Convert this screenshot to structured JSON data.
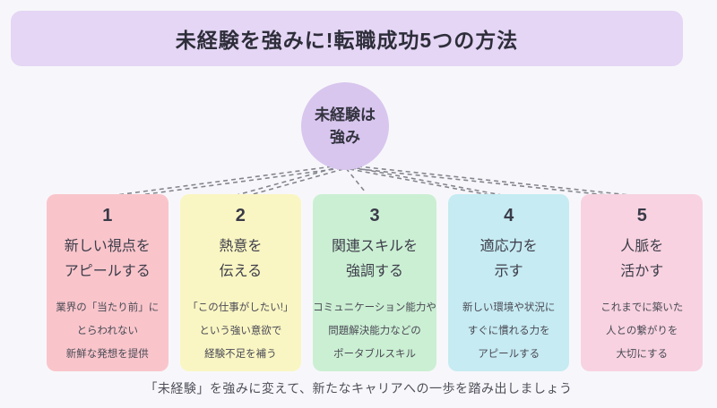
{
  "header": {
    "title": "未経験を強みに!転職成功5つの方法"
  },
  "center_node": {
    "line1": "未経験は",
    "line2": "強み"
  },
  "cards": [
    {
      "number": "1",
      "title1": "新しい視点を",
      "title2": "アピールする",
      "desc1": "業界の「当たり前」に",
      "desc2": "とらわれない",
      "desc3": "新鮮な発想を提供",
      "bg": "#f9c5cb"
    },
    {
      "number": "2",
      "title1": "熱意を",
      "title2": "伝える",
      "desc1": "「この仕事がしたい!」",
      "desc2": "という強い意欲で",
      "desc3": "経験不足を補う",
      "bg": "#faf6c3"
    },
    {
      "number": "3",
      "title1": "関連スキルを",
      "title2": "強調する",
      "desc1": "コミュニケーション能力や",
      "desc2": "問題解決能力などの",
      "desc3": "ポータブルスキル",
      "bg": "#cbefd3"
    },
    {
      "number": "4",
      "title1": "適応力を",
      "title2": "示す",
      "desc1": "新しい環境や状況に",
      "desc2": "すぐに慣れる力を",
      "desc3": "アピールする",
      "bg": "#c6ebf2"
    },
    {
      "number": "5",
      "title1": "人脈を",
      "title2": "活かす",
      "desc1": "これまでに築いた",
      "desc2": "人との繋がりを",
      "desc3": "大切にする",
      "bg": "#f8d2e0"
    }
  ],
  "footer": {
    "note": "「未経験」を強みに変えて、新たなキャリアへの一歩を踏み出しましょう"
  },
  "colors": {
    "background": "#f7f7fb",
    "banner": "#e4d6f4",
    "circle": "#d8c6ee",
    "connector": "#85858f",
    "text_dark": "#2e2e3a",
    "text_muted": "#4f4f5a"
  }
}
